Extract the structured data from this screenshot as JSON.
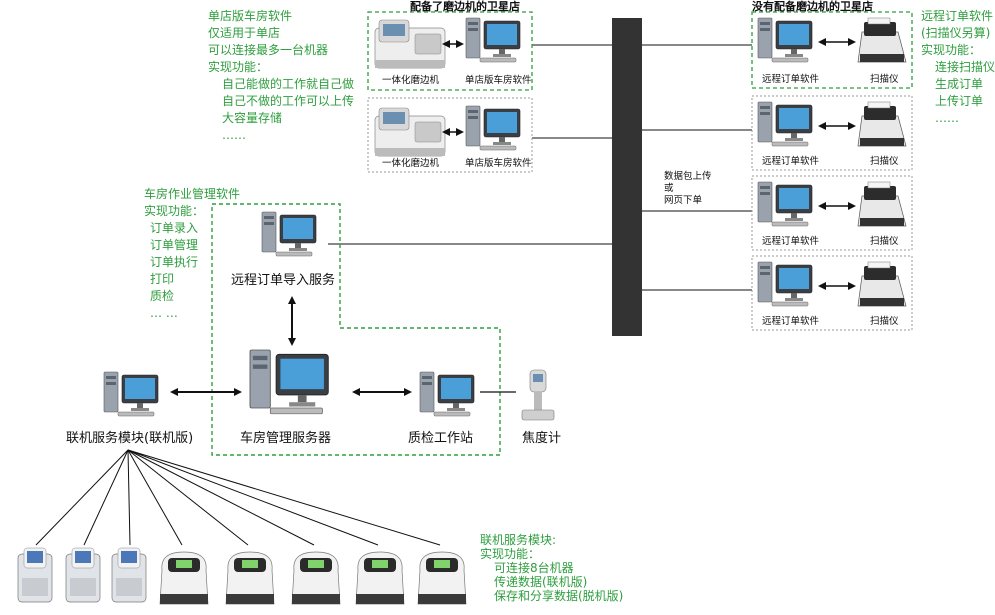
{
  "shop_with_edger": {
    "title": "配备了磨边机的卫星店",
    "rows": [
      {
        "edger_label": "一体化磨边机",
        "pc_label": "单店版车房软件"
      },
      {
        "edger_label": "一体化磨边机",
        "pc_label": "单店版车房软件"
      }
    ]
  },
  "shop_without_edger": {
    "title": "没有配备磨边机的卫星店",
    "rows": [
      {
        "pc_label": "远程订单软件",
        "scanner_label": "扫描仪"
      },
      {
        "pc_label": "远程订单软件",
        "scanner_label": "扫描仪"
      },
      {
        "pc_label": "远程订单软件",
        "scanner_label": "扫描仪"
      },
      {
        "pc_label": "远程订单软件",
        "scanner_label": "扫描仪"
      }
    ]
  },
  "single_store_note": {
    "lines": [
      "单店版车房软件",
      "仅适用于单店",
      "可以连接最多一台机器",
      "实现功能：",
      "自己能做的工作就自己做",
      "自己不做的工作可以上传",
      "大容量存储",
      "……"
    ]
  },
  "remote_order_note": {
    "lines": [
      "远程订单软件",
      "(扫描仪另算)",
      "实现功能：",
      "连接扫描仪",
      "生成订单",
      "上传订单",
      "……"
    ]
  },
  "workshop_note": {
    "lines": [
      "车房作业管理软件",
      "实现功能：",
      "订单录入",
      "订单管理",
      "订单执行",
      "打印",
      "质检",
      "… …"
    ]
  },
  "online_module_note": {
    "lines": [
      "联机服务模块:",
      "实现功能：",
      "可连接8台机器",
      "传递数据(联机版)",
      "保存和分享数据(脱机版)"
    ]
  },
  "backbone": {
    "label_lines": [
      "数据包上传",
      "或",
      "网页下单"
    ]
  },
  "nodes": {
    "remote_import": "远程订单导入服务",
    "workshop_server": "车房管理服务器",
    "qc_station": "质检工作站",
    "focimeter": "焦度计",
    "online_module": "联机服务模块(联机版)"
  },
  "colors": {
    "accent_green": "#2e9e3e",
    "backbone": "#333333",
    "dashed_gray": "#999999"
  }
}
